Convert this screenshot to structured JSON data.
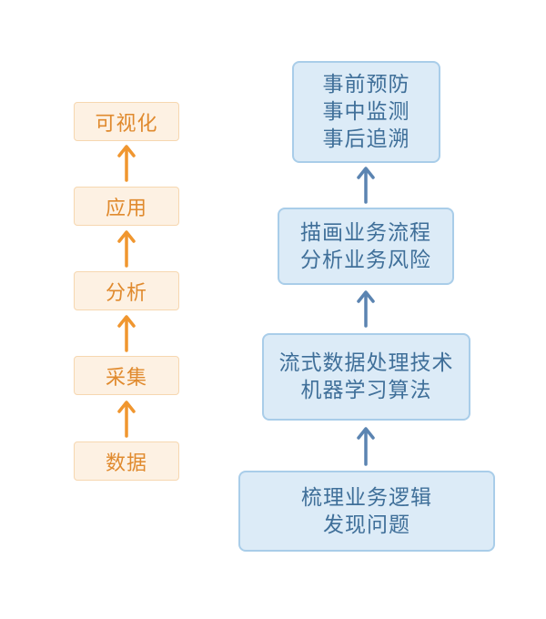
{
  "left_column": {
    "steps": [
      "可视化",
      "应用",
      "分析",
      "采集",
      "数据"
    ]
  },
  "right_column": {
    "boxes": [
      {
        "lines": [
          "事前预防",
          "事中监测",
          "事后追溯"
        ]
      },
      {
        "lines": [
          "描画业务流程",
          "分析业务风险"
        ]
      },
      {
        "lines": [
          "流式数据处理技术",
          "机器学习算法"
        ]
      },
      {
        "lines": [
          "梳理业务逻辑",
          "发现问题"
        ]
      }
    ]
  },
  "colors": {
    "orange_text": "#e08a2e",
    "orange_arrow": "#f0962f",
    "blue_text": "#3f6f99",
    "blue_arrow": "#5b84b1"
  }
}
